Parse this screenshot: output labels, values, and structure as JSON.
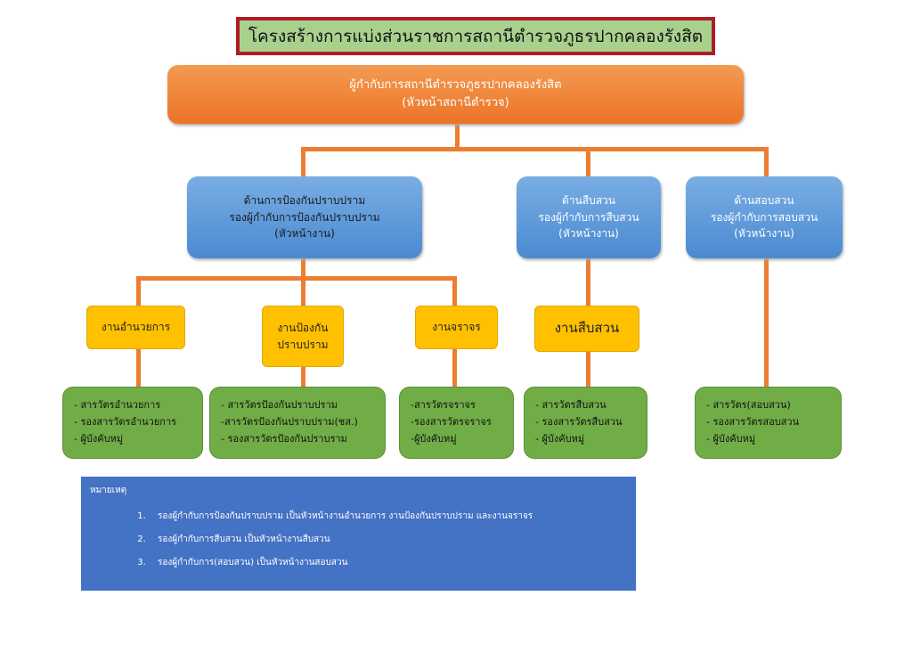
{
  "title": "โครงสร้างการแบ่งส่วนราชการสถานีตำรวจภูธรปากคลองรังสิต",
  "head": {
    "line1": "ผู้กำกับการสถานีตำรวจภูธรปากคลองรังสิต",
    "line2": "(หัวหน้าสถานีตำรวจ)"
  },
  "deputies": [
    {
      "line1": "ด้านการป้องกันปราบปราม",
      "line2": "รองผู้กำกับการป้องกันปราบปราม",
      "line3": "(หัวหน้างาน)"
    },
    {
      "line1": "ด้านสืบสวน",
      "line2": "รองผู้กำกับการสืบสวน",
      "line3": "(หัวหน้างาน)"
    },
    {
      "line1": "ด้านสอบสวน",
      "line2": "รองผู้กำกับการสอบสวน",
      "line3": "(หัวหน้างาน)"
    }
  ],
  "units": [
    {
      "label": "งานอำนวยการ"
    },
    {
      "line1": "งานป้องกัน",
      "line2": "ปราบปราม"
    },
    {
      "label": "งานจราจร"
    },
    {
      "label": "งานสืบสวน"
    }
  ],
  "staff": [
    [
      "- สารวัตรอำนวยการ",
      "- รองสารวัตรอำนวยการ",
      "- ผู้บังคับหมู่"
    ],
    [
      "- สารวัตรป้องกันปราบปราม",
      "-สารวัตรป้องกันปราบปราม(ชส.)",
      "- รองสารวัตรป้องกันปราบราม"
    ],
    [
      "-สารวัตรจราจร",
      "-รองสารวัตรจราจร",
      "-ผู้บังคับหมู่"
    ],
    [
      "- สารวัตรสืบสวน",
      "- รองสารวัตรสืบสวน",
      "- ผู้บังคับหมู่"
    ],
    [
      "- สารวัตร(สอบสวน)",
      "- รองสารวัตรสอบสวน",
      "- ผู้บังคับหมู่"
    ]
  ],
  "note": {
    "heading": "หมายเหตุ",
    "items": [
      "รองผู้กำกับการป้องกันปราบปราม เป็นหัวหน้างานอำนวยการ งานป้องกันปราบปราม และงานจราจร",
      "รองผู้กำกับการสืบสวน เป็นหัวหน้างานสืบสวน",
      "รองผู้กำกับการ(สอบสวน) เป็นหัวหน้างานสอบสวน"
    ]
  }
}
